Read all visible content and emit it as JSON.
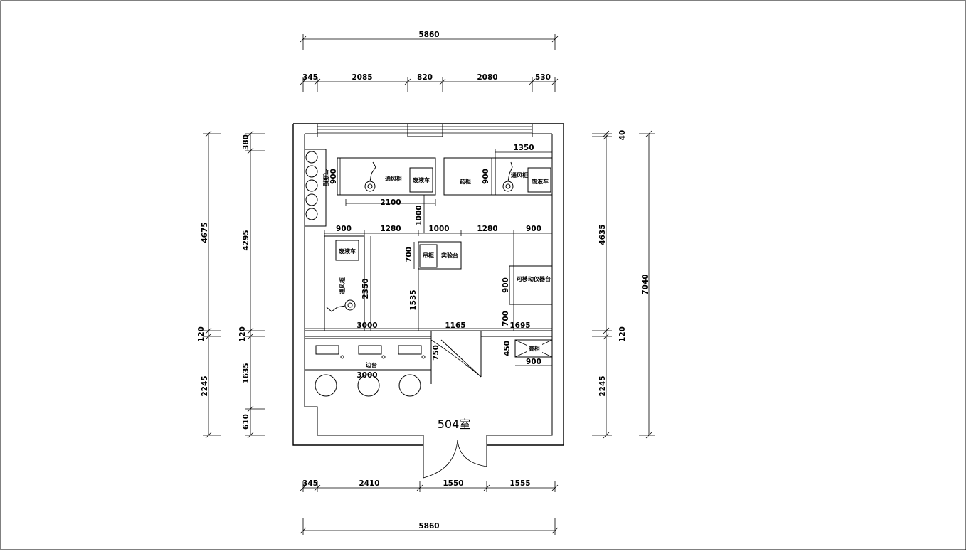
{
  "room_label": "504室",
  "dims_top": {
    "total": "5860",
    "segments": [
      "345",
      "2085",
      "820",
      "2080",
      "530"
    ]
  },
  "dims_bottom": {
    "total": "5860",
    "segments": [
      "345",
      "2410",
      "1550",
      "1555"
    ]
  },
  "dims_left_outer": [
    "4675",
    "120",
    "2245"
  ],
  "dims_left_inner": [
    "380",
    "4295",
    "120",
    "1635",
    "610"
  ],
  "dims_right_inner": [
    "40",
    "4635",
    "120",
    "2245"
  ],
  "dims_right_outer": [
    "7040"
  ],
  "dims_interior": {
    "bench1_depth": "900",
    "bench1_width": "2100",
    "bench2_width": "1350",
    "bench2_depth": "900",
    "gap_vertical": "1000",
    "row_a": "900",
    "row_b": "1280",
    "row_c": "1000",
    "row_d": "1280",
    "row_e": "900",
    "sink_depth": "700",
    "left_bench_len": "2350",
    "center_gap": "1535",
    "mobile_depth": "900",
    "mobile_gap": "700",
    "partition_a": "3000",
    "partition_b": "1165",
    "partition_c": "1695",
    "counter_depth": "750",
    "counter_width": "3000",
    "hood_depth": "450",
    "hood_width": "900"
  },
  "labels": {
    "fume_hood_1": "通风柜",
    "waste_cart_1": "废液车",
    "cabinet": "药柜",
    "fume_hood_2": "通风柜",
    "waste_cart_2": "废液车",
    "waste_cart_3": "废液车",
    "fume_hood_3": "通风柜",
    "wall_cabinet": "吊柜",
    "lab_bench": "实验台",
    "mobile_bench": "可移动仪器台",
    "counter": "边台",
    "high_cabinet": "高柜",
    "gas_rack": "气瓶柜"
  }
}
